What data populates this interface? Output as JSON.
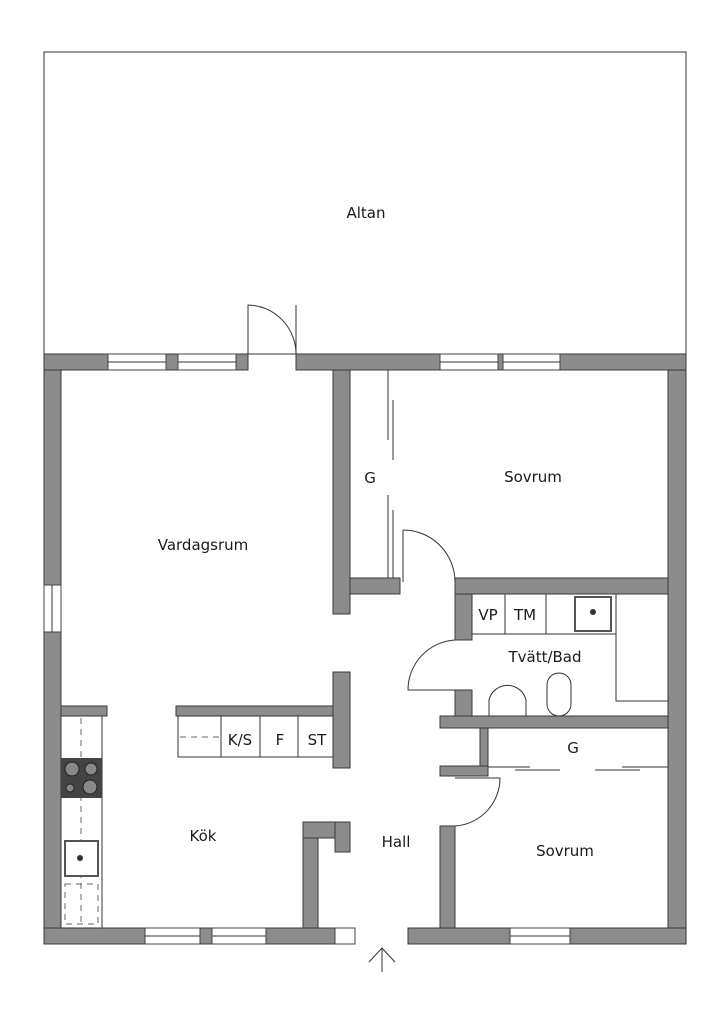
{
  "rooms": {
    "altan": "Altan",
    "vardagsrum": "Vardagsrum",
    "closet_upper": "G",
    "sovrum_upper": "Sovrum",
    "vp": "VP",
    "tm": "TM",
    "tvatt_bad": "Tvätt/Bad",
    "closet_lower": "G",
    "ks": "K/S",
    "f": "F",
    "st": "ST",
    "kok": "Kök",
    "hall": "Hall",
    "sovrum_lower": "Sovrum"
  },
  "colors": {
    "wall": "#8c8c8c",
    "line": "#333333"
  }
}
